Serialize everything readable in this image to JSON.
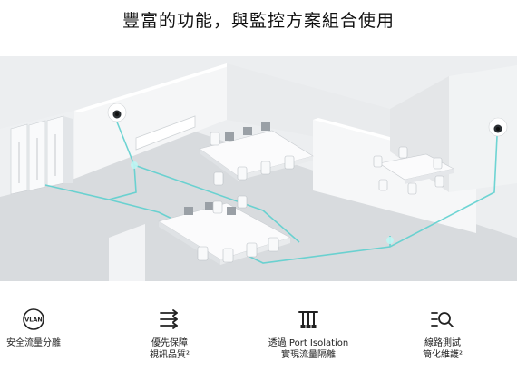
{
  "headline": "豐富的功能，與監控方案組合使用",
  "features": [
    {
      "icon": "vlan-icon",
      "lines": [
        "安全流量分離"
      ]
    },
    {
      "icon": "priority-arrows-icon",
      "lines": [
        "優先保障",
        "視訊品質²"
      ]
    },
    {
      "icon": "port-isolation-icon",
      "lines": [
        "透過 Port Isolation",
        "實現流量隔離"
      ]
    },
    {
      "icon": "cable-test-icon",
      "lines": [
        "線路測試",
        "簡化維護²"
      ]
    }
  ],
  "vlan_badge": "VLAN",
  "colors": {
    "cable": "#5fd0cf",
    "wall": "#f4f5f6",
    "floor": "#d9dcdf"
  }
}
